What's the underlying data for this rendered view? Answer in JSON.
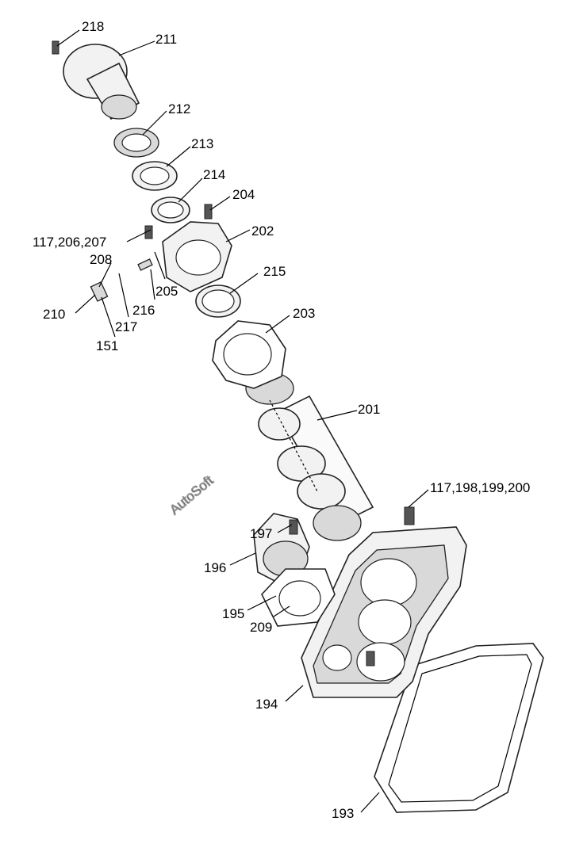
{
  "watermark": "AutoSoft",
  "labels": [
    {
      "id": "l218",
      "text": "218"
    },
    {
      "id": "l211",
      "text": "211"
    },
    {
      "id": "l212",
      "text": "212"
    },
    {
      "id": "l213",
      "text": "213"
    },
    {
      "id": "l214",
      "text": "214"
    },
    {
      "id": "l204",
      "text": "204"
    },
    {
      "id": "l202",
      "text": "202"
    },
    {
      "id": "l117a",
      "text": "117,206,207"
    },
    {
      "id": "l208",
      "text": "208"
    },
    {
      "id": "l205",
      "text": "205"
    },
    {
      "id": "l215",
      "text": "215"
    },
    {
      "id": "l216",
      "text": "216"
    },
    {
      "id": "l210",
      "text": "210"
    },
    {
      "id": "l217",
      "text": "217"
    },
    {
      "id": "l151",
      "text": "151"
    },
    {
      "id": "l203",
      "text": "203"
    },
    {
      "id": "l201",
      "text": "201"
    },
    {
      "id": "l117b",
      "text": "117,198,199,200"
    },
    {
      "id": "l197",
      "text": "197"
    },
    {
      "id": "l196",
      "text": "196"
    },
    {
      "id": "l195",
      "text": "195"
    },
    {
      "id": "l209",
      "text": "209"
    },
    {
      "id": "l194",
      "text": "194"
    },
    {
      "id": "l193",
      "text": "193"
    }
  ]
}
